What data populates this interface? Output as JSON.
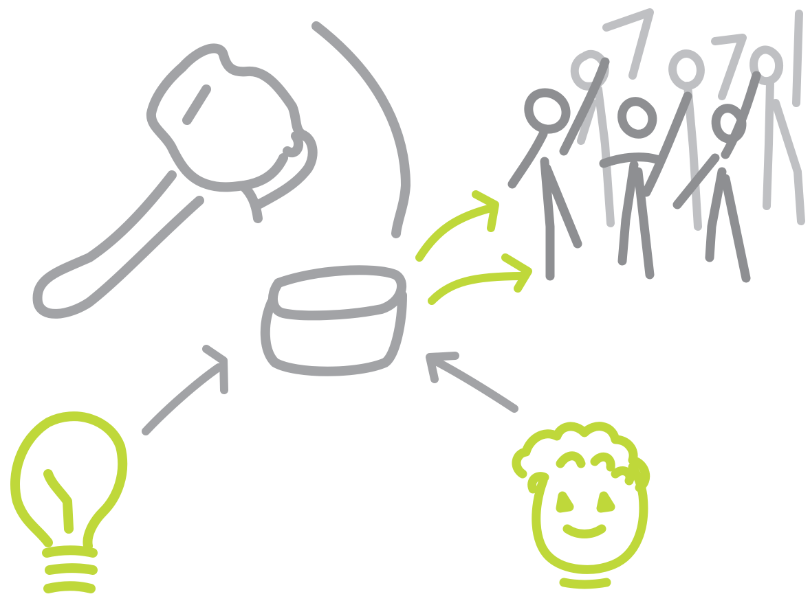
{
  "diagram": {
    "colors": {
      "gray": "#a2a3a6",
      "dark_gray": "#8e8f92",
      "light_gray": "#bfc0c3",
      "green": "#bfd83a",
      "background": "#ffffff"
    },
    "icons": [
      "magnifier-icon",
      "database-icon",
      "crowd-icon",
      "lightbulb-icon",
      "smiling-person-icon"
    ],
    "arrows": [
      "arrow-idea-to-database",
      "arrow-person-to-database",
      "arrow-database-to-crowd-upper",
      "arrow-database-to-crowd-lower"
    ]
  }
}
